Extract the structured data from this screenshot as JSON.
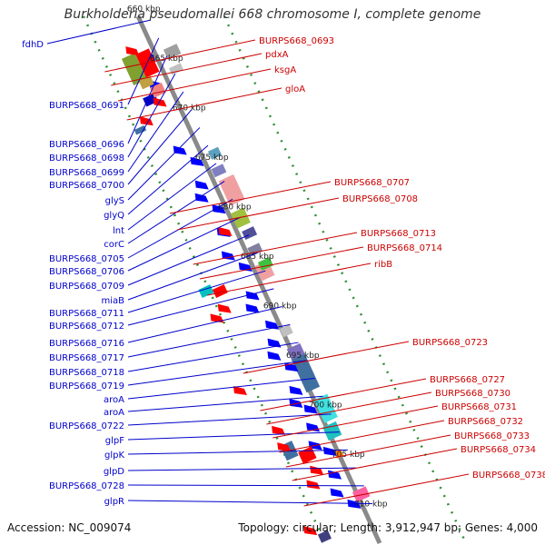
{
  "title": "Burkholderia pseudomallei 668 chromosome I, complete genome",
  "accession": "Accession: NC_009074",
  "topology": "Topology: circular; Length: 3,912,947 bp; Genes: 4,000",
  "colors": {
    "forward_label": "#0000cc",
    "reverse_label": "#cc0000",
    "backbone": "#8a8a8a",
    "ticks": "#2f8f2f"
  },
  "tick_labels": [
    "660 kbp",
    "665 kbp",
    "670 kbp",
    "675 kbp",
    "680 kbp",
    "685 kbp",
    "690 kbp",
    "695 kbp",
    "700 kbp",
    "705 kbp",
    "710 kbp"
  ],
  "left_labels": [
    "fdhD",
    "BURPS668_0691",
    "BURPS668_0696",
    "BURPS668_0698",
    "BURPS668_0699",
    "BURPS668_0700",
    "glyS",
    "glyQ",
    "lnt",
    "corC",
    "BURPS668_0705",
    "BURPS668_0706",
    "BURPS668_0709",
    "miaB",
    "BURPS668_0711",
    "BURPS668_0712",
    "BURPS668_0716",
    "BURPS668_0717",
    "BURPS668_0718",
    "BURPS668_0719",
    "aroA",
    "aroA",
    "BURPS668_0722",
    "glpF",
    "glpK",
    "glpD",
    "BURPS668_0728",
    "glpR"
  ],
  "right_labels": [
    "BURPS668_0693",
    "pdxA",
    "ksgA",
    "gloA",
    "BURPS668_0707",
    "BURPS668_0708",
    "BURPS668_0713",
    "BURPS668_0714",
    "ribB",
    "BURPS668_0723",
    "BURPS668_0727",
    "BURPS668_0730",
    "BURPS668_0731",
    "BURPS668_0732",
    "BURPS668_0733",
    "BURPS668_0734",
    "BURPS668_0738"
  ]
}
